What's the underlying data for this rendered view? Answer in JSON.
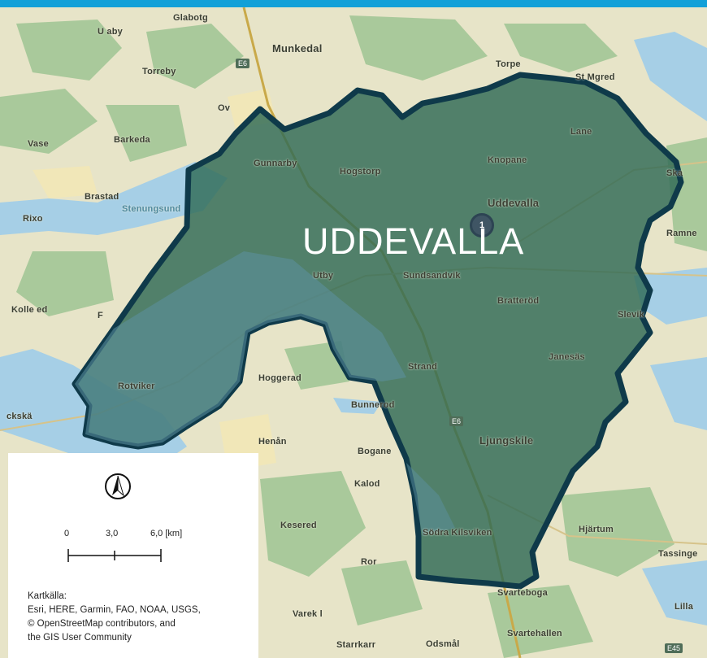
{
  "map": {
    "region_label": "UDDEVALLA",
    "marker_label": "1",
    "places": [
      {
        "name": "Glabotg",
        "id": "glabotg"
      },
      {
        "name": "U aby",
        "id": "uaby"
      },
      {
        "name": "Munkedal",
        "id": "munkedal"
      },
      {
        "name": "Torreby",
        "id": "torreby"
      },
      {
        "name": "Torpe",
        "id": "torpe"
      },
      {
        "name": "St Mgred",
        "id": "st-mgred"
      },
      {
        "name": "Ov",
        "id": "ov"
      },
      {
        "name": "Vase",
        "id": "vase"
      },
      {
        "name": "Barkeda",
        "id": "barkeda"
      },
      {
        "name": "Lane",
        "id": "lane"
      },
      {
        "name": "Knopane",
        "id": "knopane"
      },
      {
        "name": "Gunnarby",
        "id": "gunnarby"
      },
      {
        "name": "Hogstorp",
        "id": "hogstorp"
      },
      {
        "name": "Ska",
        "id": "ska"
      },
      {
        "name": "Brastad",
        "id": "brastad"
      },
      {
        "name": "Uddevalla",
        "id": "uddevalla"
      },
      {
        "name": "Rixo",
        "id": "rixo"
      },
      {
        "name": "Stenungsund",
        "id": "stenungsund"
      },
      {
        "name": "Ramne",
        "id": "ramne"
      },
      {
        "name": "Utby",
        "id": "utby"
      },
      {
        "name": "Sundsandvik",
        "id": "sundsandvik"
      },
      {
        "name": "Kolle ed",
        "id": "kolle-ed"
      },
      {
        "name": "F",
        "id": "f-place"
      },
      {
        "name": "Bratteröd",
        "id": "bratterod"
      },
      {
        "name": "Slevik",
        "id": "slevik"
      },
      {
        "name": "Janesäs",
        "id": "janesas"
      },
      {
        "name": "Hoggerad",
        "id": "hoggerad"
      },
      {
        "name": "Strand",
        "id": "strand"
      },
      {
        "name": "Rotviker",
        "id": "rotviker"
      },
      {
        "name": "Bunnerod",
        "id": "bunnerod"
      },
      {
        "name": "ckskä",
        "id": "ckska"
      },
      {
        "name": "Ljungskile",
        "id": "ljungskile"
      },
      {
        "name": "Henån",
        "id": "henan"
      },
      {
        "name": "Bogane",
        "id": "bogane"
      },
      {
        "name": "Kalod",
        "id": "kalod"
      },
      {
        "name": "Hjärtum",
        "id": "hjartum"
      },
      {
        "name": "Kesered",
        "id": "kesered"
      },
      {
        "name": "Södra Kilsviken",
        "id": "sodra-kilsviken"
      },
      {
        "name": "Tassinge",
        "id": "tassinge"
      },
      {
        "name": "Ror",
        "id": "ror"
      },
      {
        "name": "Svarteboga",
        "id": "svarteboga"
      },
      {
        "name": "Varek l",
        "id": "varekl"
      },
      {
        "name": "Lilla",
        "id": "lilla"
      },
      {
        "name": "Starrkarr",
        "id": "starrkarr"
      },
      {
        "name": "Odsmål",
        "id": "odsmal"
      },
      {
        "name": "Svartehallen",
        "id": "svartehallen"
      }
    ],
    "roads": [
      {
        "label": "E6",
        "id": "e6-north"
      },
      {
        "label": "E6",
        "id": "e6-south"
      },
      {
        "label": "E45",
        "id": "e45"
      }
    ],
    "colors": {
      "top_bar": "#12a0d8",
      "region_fill": "#2f6a55",
      "region_outline": "#0f3a4a",
      "water": "#a6cfe6",
      "forest": "#a9c99b",
      "land": "#e7e4c8"
    }
  },
  "legend": {
    "scale_labels": [
      "0",
      "3,0",
      "6,0 [km]"
    ],
    "credits_title": "Kartkälla:",
    "credits_lines": [
      "Esri, HERE, Garmin, FAO, NOAA, USGS,",
      "© OpenStreetMap contributors, and",
      "the GIS User Community"
    ]
  }
}
